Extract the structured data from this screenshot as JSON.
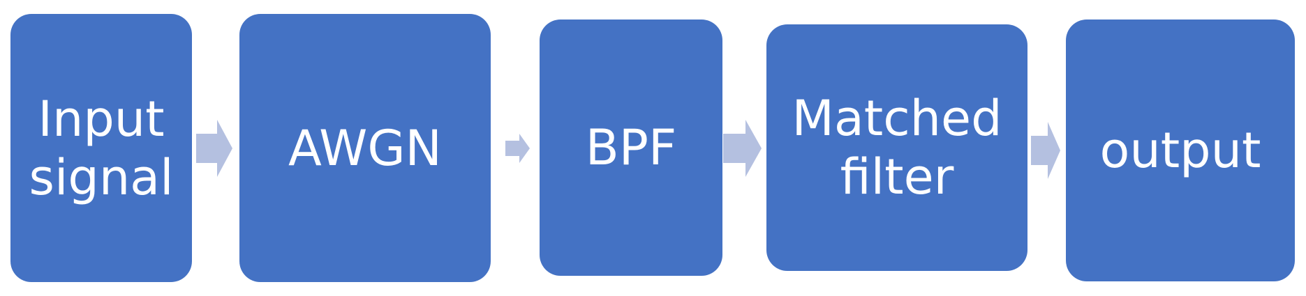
{
  "flow": {
    "steps": [
      {
        "label": "Input\nsignal"
      },
      {
        "label": "AWGN"
      },
      {
        "label": "BPF"
      },
      {
        "label": "Matched\nfilter"
      },
      {
        "label": "output"
      }
    ],
    "arrow_count": 4
  },
  "colors": {
    "box_fill": "#4472c4",
    "arrow_fill": "#b4c0e0",
    "text": "#ffffff"
  }
}
